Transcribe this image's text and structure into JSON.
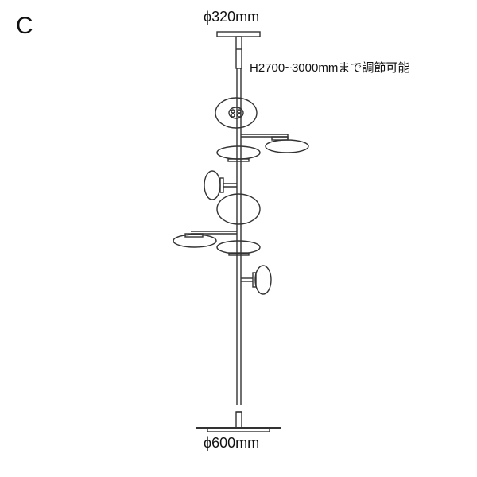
{
  "diagram": {
    "variant_label": "C",
    "dimensions": {
      "ceiling_diameter": "ϕ320mm",
      "height_note": "H2700~3000mmまで調節可能",
      "base_diameter": "ϕ600mm"
    },
    "colors": {
      "line": "#333333",
      "background": "#ffffff"
    }
  }
}
